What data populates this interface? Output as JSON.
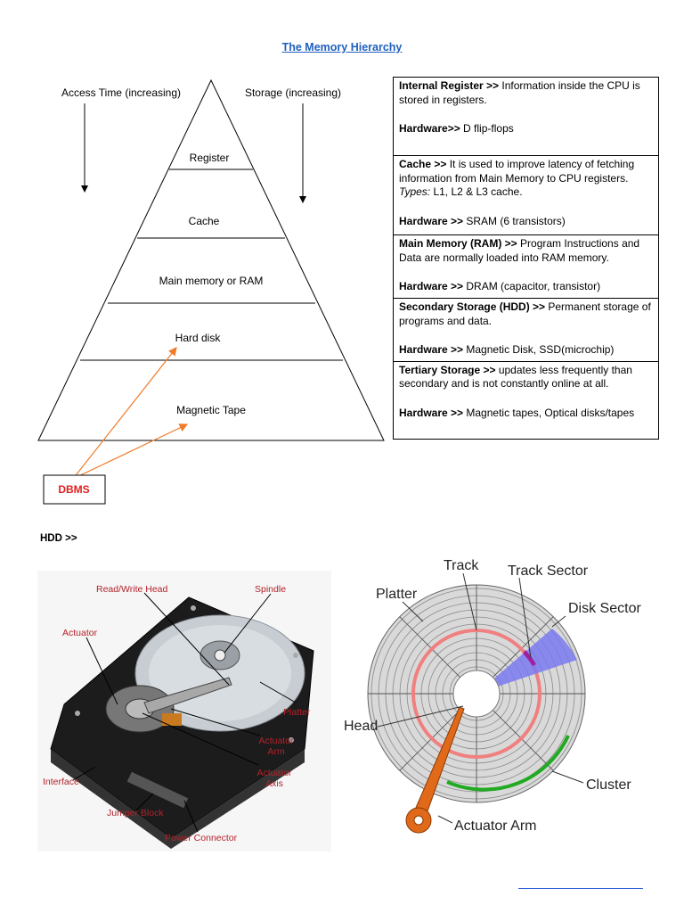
{
  "title": "The Memory Hierarchy",
  "pyramid": {
    "access_time_label": "Access Time (increasing)",
    "storage_label": "Storage (increasing)",
    "levels": [
      "Register",
      "Cache",
      "Main memory or RAM",
      "Hard disk",
      "Magnetic Tape"
    ],
    "dbms_label": "DBMS",
    "colors": {
      "arrow": "#f07c2a",
      "dbms_text": "#e02020"
    }
  },
  "table": [
    {
      "head": "Internal Register >>",
      "desc": " Information inside the CPU is stored in registers.",
      "hw_label": "Hardware>>",
      "hw": " D flip-flops"
    },
    {
      "head": "Cache >>",
      "desc": " It is used to improve latency of fetching information from Main Memory to CPU registers.",
      "types_label": "Types:",
      "types": " L1, L2 & L3 cache.",
      "hw_label": "Hardware >>",
      "hw": " SRAM (6 transistors)"
    },
    {
      "head": "Main Memory (RAM) >>",
      "desc": " Program Instructions and Data are normally loaded into RAM memory.",
      "hw_label": "Hardware >>",
      "hw": " DRAM (capacitor, transistor)"
    },
    {
      "head": "Secondary Storage (HDD) >>",
      "desc": " Permanent storage of programs and data.",
      "hw_label": "Hardware >>",
      "hw": " Magnetic Disk, SSD(microchip)"
    },
    {
      "head": "Tertiary Storage >>",
      "desc": " updates less frequently than secondary and is not constantly online at all.",
      "hw_label": "Hardware >>",
      "hw": " Magnetic tapes, Optical disks/tapes"
    }
  ],
  "hdd_label": "HDD >>",
  "photo_labels": {
    "rw_head": "Read/Write Head",
    "spindle": "Spindle",
    "actuator": "Actuator",
    "platter": "Platter",
    "actuator_arm_1": "Actuator",
    "actuator_arm_2": "Arm",
    "actuator_axis_1": "Actuator",
    "actuator_axis_2": "Axis",
    "interface": "Interface",
    "jumper": "Jumper Block",
    "power": "Power Connector",
    "label_color": "#b3222a"
  },
  "disk_labels": {
    "track": "Track",
    "track_sector": "Track Sector",
    "platter": "Platter",
    "disk_sector": "Disk Sector",
    "head": "Head",
    "cluster": "Cluster",
    "actuator_arm": "Actuator Arm",
    "colors": {
      "track": "#f08080",
      "sector": "#7a7af0",
      "track_sector": "#a020a0",
      "cluster": "#22aa22",
      "arm": "#e06a1a"
    }
  }
}
